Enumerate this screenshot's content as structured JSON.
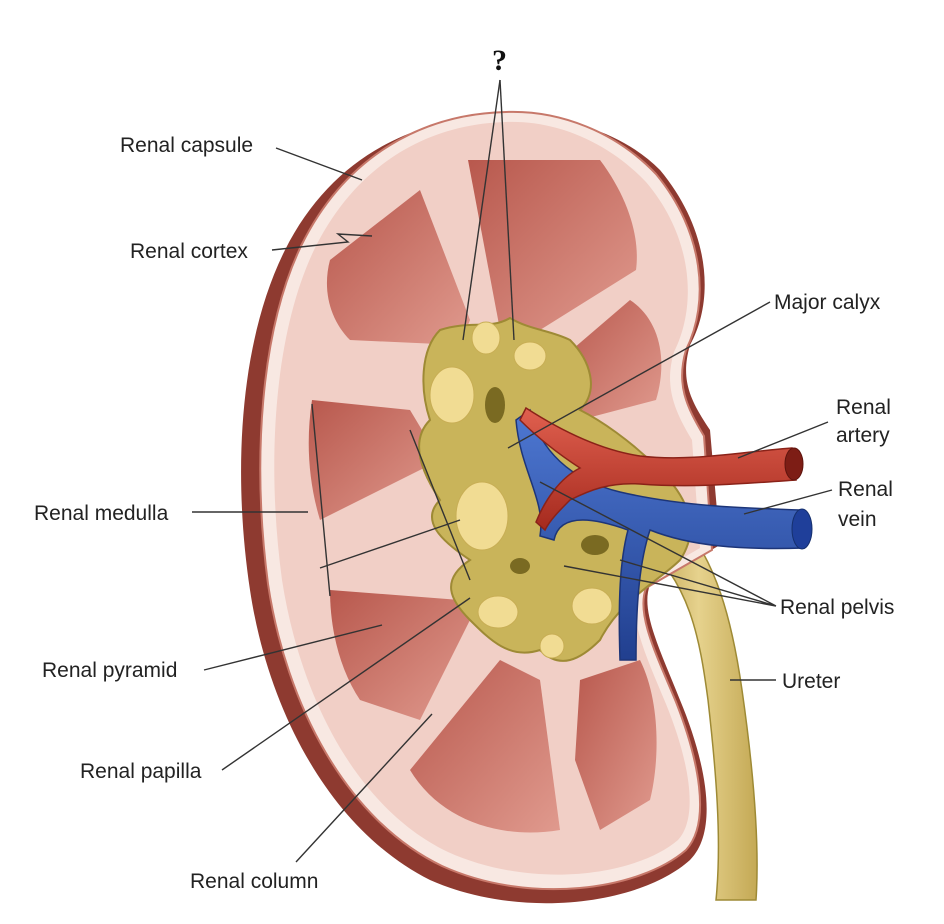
{
  "question_mark": "?",
  "labels": {
    "renal_capsule": "Renal capsule",
    "renal_cortex": "Renal cortex",
    "renal_medulla": "Renal medulla",
    "renal_pyramid": "Renal pyramid",
    "renal_papilla": "Renal papilla",
    "renal_column": "Renal column",
    "major_calyx": "Major calyx",
    "renal_artery_1": "Renal",
    "renal_artery_2": "artery",
    "renal_vein_1": "Renal",
    "renal_vein_2": "vein",
    "renal_pelvis": "Renal pelvis",
    "ureter": "Ureter"
  },
  "colors": {
    "capsule_outer": "#8e3a30",
    "capsule_edge": "#b05a4c",
    "cortex": "#f1cfc6",
    "pyramid": "#d17a6e",
    "pyramid_dark": "#b8584d",
    "pelvis": "#c9b45a",
    "pelvis_dark": "#9e8a35",
    "fat": "#f1dc93",
    "artery": "#c8392b",
    "vein": "#2f57b8",
    "ureter": "#d8c277"
  }
}
